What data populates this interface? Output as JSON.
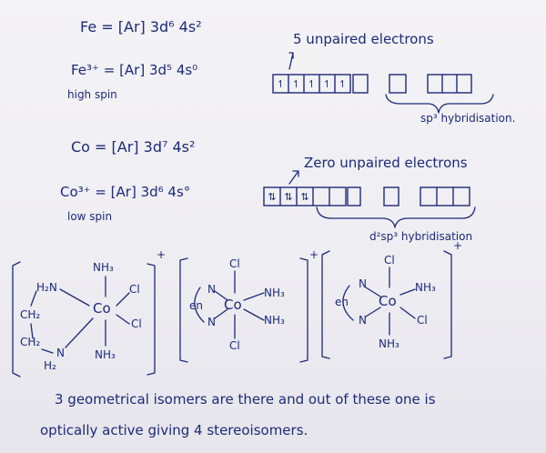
{
  "fe": {
    "ground": "Fe = [Ar] 3d⁶ 4s²",
    "ion": "Fe³⁺ = [Ar] 3d⁵ 4s⁰",
    "spin": "high spin",
    "note": "5 unpaired electrons",
    "d_cells": [
      "↿",
      "↿",
      "↿",
      "↿",
      "↿"
    ],
    "hybrid": "sp³ hybridisation."
  },
  "co": {
    "ground": "Co = [Ar] 3d⁷ 4s²",
    "ion": "Co³⁺ = [Ar] 3d⁶ 4s°",
    "spin": "low spin",
    "note": "Zero unpaired electrons",
    "d_cells": [
      "⇅",
      "⇅",
      "⇅",
      "",
      ""
    ],
    "hybrid": "d²sp³ hybridisation"
  },
  "structures": {
    "s1": {
      "nh3_top": "NH₃",
      "nh3_bot": "NH₃",
      "h2n": "H₂N",
      "ch2_a": "CH₂",
      "ch2_b": "CH₂",
      "n_low": "N",
      "h2_low": "H₂",
      "co": "Co",
      "cl_a": "Cl",
      "cl_b": "Cl",
      "charge": "+"
    },
    "s2": {
      "cl_top": "Cl",
      "cl_bot": "Cl",
      "en": "en",
      "n_top": "N",
      "n_bot": "N",
      "co": "Co",
      "nh3_a": "NH₃",
      "nh3_b": "NH₃",
      "charge": "+"
    },
    "s3": {
      "cl_top": "Cl",
      "en": "en",
      "n_top": "N",
      "n_bot": "N",
      "co": "Co",
      "nh3_r": "NH₃",
      "cl_r": "Cl",
      "nh3_bot": "NH₃",
      "charge": "+"
    }
  },
  "conclusion": {
    "line1": "3 geometrical isomers are there and out of these one is",
    "line2": "optically active giving 4 stereoisomers."
  }
}
